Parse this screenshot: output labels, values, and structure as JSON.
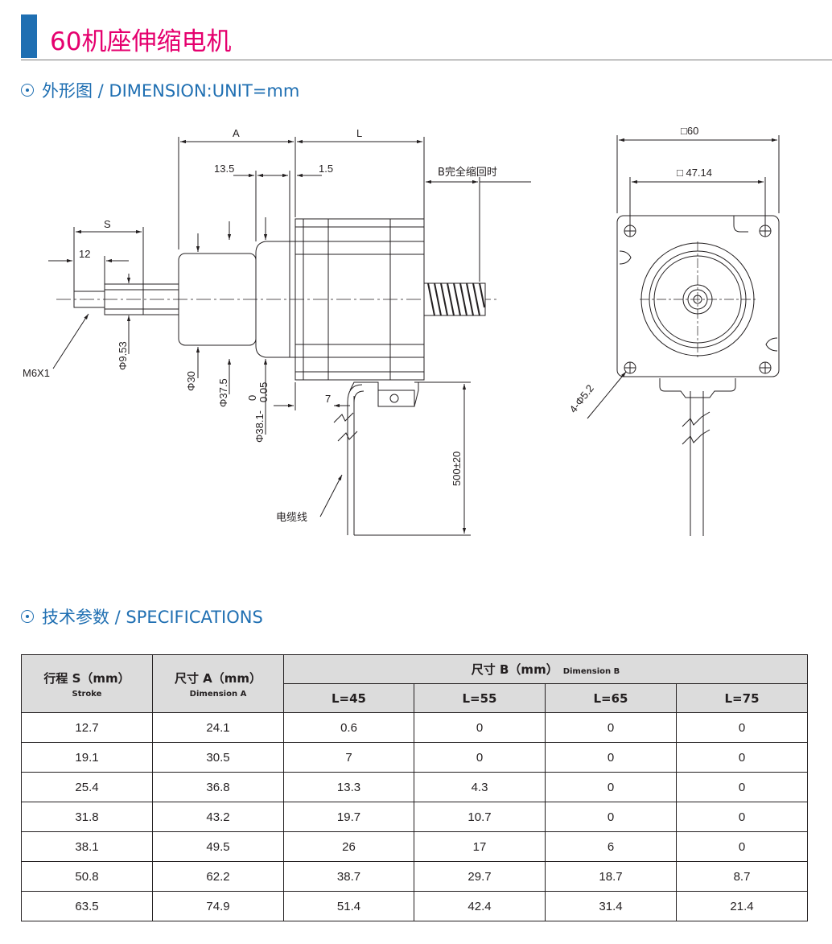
{
  "page_title": "60机座伸缩电机",
  "sections": {
    "dimension": "外形图 / DIMENSION:UNIT=mm",
    "specs": "技术参数 / SPECIFICATIONS"
  },
  "drawing": {
    "A": "A",
    "L": "L",
    "d13_5": "13.5",
    "d1_5": "1.5",
    "B_retract": "B完全缩回时",
    "S": "S",
    "d12": "12",
    "M6X1": "M6X1",
    "phi9_53": "Φ9.53",
    "phi30": "Φ30",
    "phi37_5": "Φ37.5",
    "phi38_1": "Φ38.1-",
    "tol_upper": "0",
    "tol_lower": "0.05",
    "d7": "7",
    "d500": "500±20",
    "cable": "电缆线",
    "sq60": "□60",
    "sq47_14": "□ 47.14",
    "holes": "4-Φ5.2"
  },
  "table": {
    "h_stroke": "行程 S（mm）",
    "h_stroke_en": "Stroke",
    "h_dimA": "尺寸 A（mm）",
    "h_dimA_en": "Dimension A",
    "h_dimB": "尺寸 B（mm）",
    "h_dimB_en": "Dimension B",
    "L_cols": [
      "L=45",
      "L=55",
      "L=65",
      "L=75"
    ],
    "rows": [
      [
        "12.7",
        "24.1",
        "0.6",
        "0",
        "0",
        "0"
      ],
      [
        "19.1",
        "30.5",
        "7",
        "0",
        "0",
        "0"
      ],
      [
        "25.4",
        "36.8",
        "13.3",
        "4.3",
        "0",
        "0"
      ],
      [
        "31.8",
        "43.2",
        "19.7",
        "10.7",
        "0",
        "0"
      ],
      [
        "38.1",
        "49.5",
        "26",
        "17",
        "6",
        "0"
      ],
      [
        "50.8",
        "62.2",
        "38.7",
        "29.7",
        "18.7",
        "8.7"
      ],
      [
        "63.5",
        "74.9",
        "51.4",
        "42.4",
        "31.4",
        "21.4"
      ]
    ]
  }
}
